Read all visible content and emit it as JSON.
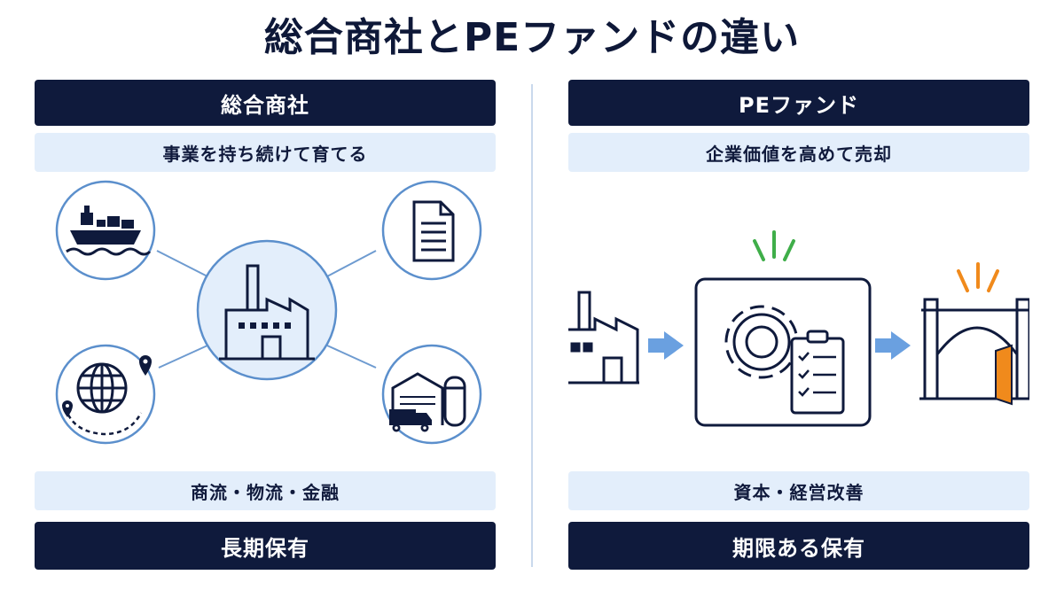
{
  "title": "総合商社とPEファンドの違い",
  "left": {
    "header": "総合商社",
    "subtitle": "事業を持ち続けて育てる",
    "features": "商流・物流・金融",
    "holding": "長期保有",
    "icons": [
      "ship-icon",
      "document-icon",
      "factory-icon",
      "globe-route-icon",
      "warehouse-truck-icon"
    ]
  },
  "right": {
    "header": "PEファンド",
    "subtitle": "企業価値を高めて売却",
    "features": "資本・経営改善",
    "holding": "期限ある保有",
    "icons": [
      "factory-icon",
      "arrow-right-icon",
      "gear-checklist-icon",
      "exit-gate-icon"
    ]
  },
  "colors": {
    "navy": "#0f1a3c",
    "light_blue": "#e3eefb",
    "circle_blue": "#5b8fcc",
    "arrow_blue": "#6aa0e0",
    "green": "#3fae49",
    "orange": "#f08a1c"
  }
}
